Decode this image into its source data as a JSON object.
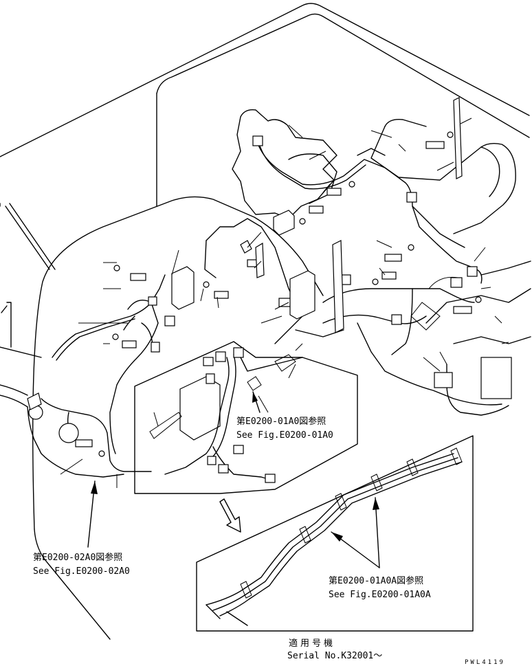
{
  "labels": {
    "ref_01a0_jp": "第E0200-01A0図参照",
    "ref_01a0_en": "See Fig.E0200-01A0",
    "ref_02a0_jp": "第E0200-02A0図参照",
    "ref_02a0_en": "See Fig.E0200-02A0",
    "ref_01a0a_jp": "第E0200-01A0A図参照",
    "ref_01a0a_en": "See Fig.E0200-01A0A",
    "applicable_jp": "適用号機",
    "serial": "Serial No.K32001～",
    "drawing_code": "PWL4119"
  },
  "colors": {
    "ink": "#000000",
    "paper": "#ffffff"
  }
}
